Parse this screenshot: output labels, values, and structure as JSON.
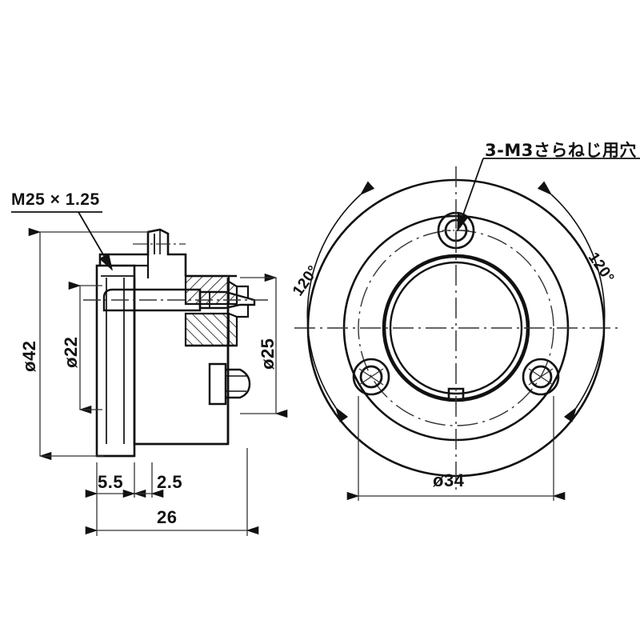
{
  "drawing": {
    "title": "Flange connector mechanical drawing",
    "line_color": "#111111",
    "thin_color": "#444444",
    "background": "#ffffff",
    "views": [
      {
        "id": "section-view",
        "name": "cross-section-view",
        "position": "left"
      },
      {
        "id": "front-view",
        "name": "front-circular-view",
        "position": "right"
      }
    ],
    "annotations": {
      "thread_spec": "M25 × 1.25",
      "screw_holes_note": "3-M3さらねじ用穴"
    },
    "dimensions": {
      "outer_diameter": "ø42",
      "inner_diameter": "ø22",
      "thread_diameter": "ø25",
      "bolt_circle_diameter": "ø34",
      "step_a": "5.5",
      "step_b": "2.5",
      "overall_length": "26",
      "angle_left": "120°",
      "angle_right": "120°"
    }
  }
}
